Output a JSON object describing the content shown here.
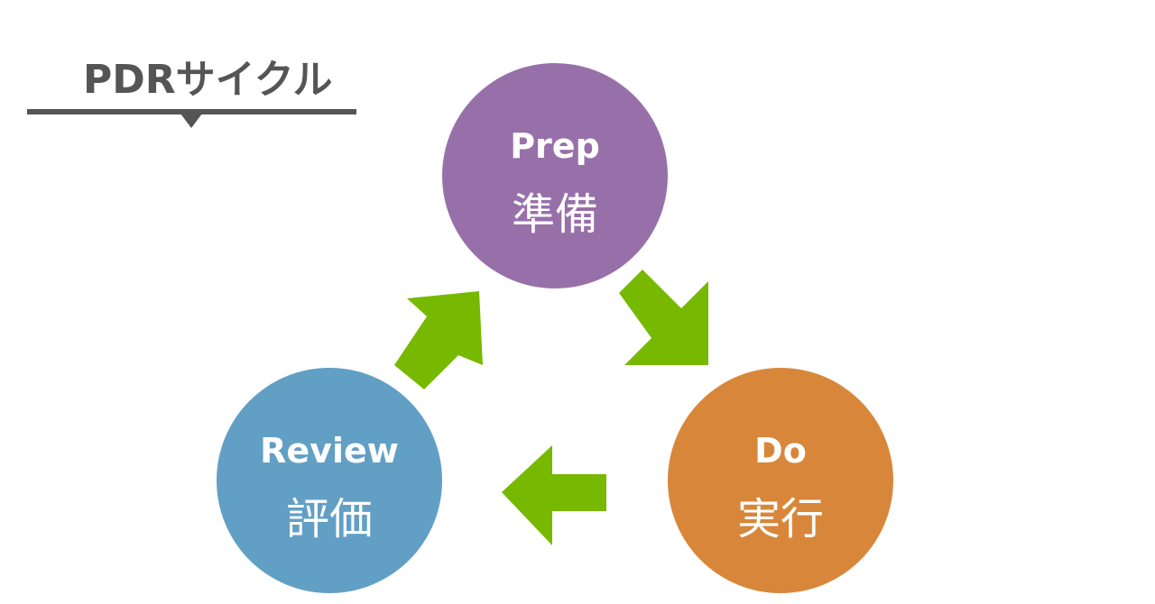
{
  "title": "PDRサイクル",
  "nodes": {
    "prep": {
      "en": "Prep",
      "ja": "準備",
      "color": "#9870a9"
    },
    "do": {
      "en": "Do",
      "ja": "実行",
      "color": "#d8873a"
    },
    "review": {
      "en": "Review",
      "ja": "評価",
      "color": "#629fc5"
    }
  },
  "arrow_color": "#76b900",
  "flow": [
    "Prep",
    "Do",
    "Review"
  ]
}
